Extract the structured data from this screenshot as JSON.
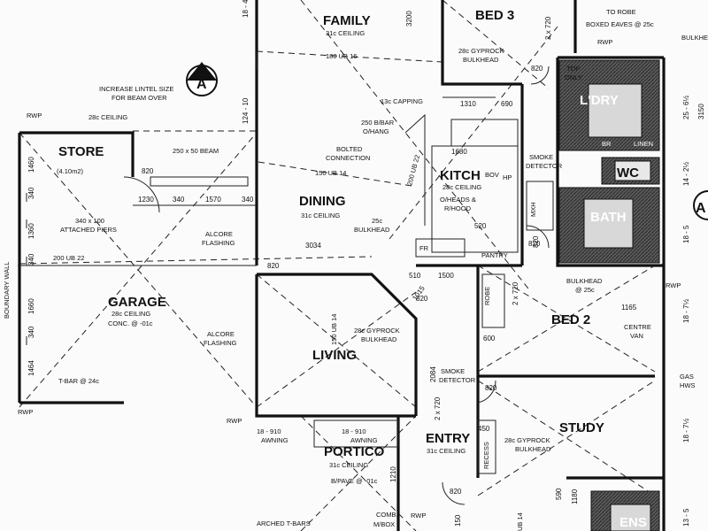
{
  "rooms": {
    "family": "FAMILY",
    "bed3": "BED 3",
    "store": "STORE",
    "dining": "DINING",
    "kitch": "KITCH",
    "ldry": "L'DRY",
    "wc": "WC",
    "bath": "BATH",
    "garage": "GARAGE",
    "living": "LIVING",
    "bed2": "BED 2",
    "study": "STUDY",
    "portico": "PORTICO",
    "entry": "ENTRY",
    "ens": "ENS"
  },
  "labels": {
    "ceiling_31c": "31c CEILING",
    "ceiling_31c_b": "31c CEILING",
    "ceiling_31c_c": "31c CEILING",
    "ceiling_31c_d": "31c CEILING",
    "ceiling_28c": "28c CEILING",
    "ceiling_28c_kitch": "28c CEILING",
    "gyprock_bed3": "28c GYPROCK",
    "bulkhead_bed3": "BULKHEAD",
    "lintel1": "INCREASE LINTEL SIZE",
    "lintel2": "FOR BEAM OVER",
    "beam_250": "250 x 50 BEAM",
    "ub_180": "180 UB 16",
    "ub_150": "150 UB 14",
    "ub_150_living": "150 UB 14",
    "ub_150_entry": "UB 14",
    "ub_200": "200 UB 22",
    "ub_200_kitch": "200 UB 22",
    "capping": "13c CAPPING",
    "bbar1": "250 B/BAR",
    "bbar2": "O/HANG",
    "bolted1": "BOLTED",
    "bolted2": "CONNECTION",
    "store_area": "(4.10m2)",
    "piers1": "340 x 100",
    "piers2": "ATTACHED PIERS",
    "alcore1": "ALCORE",
    "alcore2": "FLASHING",
    "alcore3": "ALCORE",
    "alcore4": "FLASHING",
    "garage_ceiling": "28c CEILING",
    "garage_conc": "CONC. @ -01c",
    "tbar": "T-BAR @ 24c",
    "boundary": "BOUNDARY WALL",
    "rwp1": "RWP",
    "rwp2": "RWP",
    "rwp3": "RWP",
    "rwp4": "RWP",
    "rwp5": "RWP",
    "rwp6": "RWP",
    "awning1": "18 - 910",
    "awning1b": "AWNING",
    "awning2": "18 - 910",
    "awning2b": "AWNING",
    "portico_paving": "B/PAVE @ -01c",
    "arched": "ARCHED T-BARS",
    "comb1": "COMB.",
    "comb2": "M/BOX",
    "kitch_heads1": "O/HEADS &",
    "kitch_heads2": "R/HOOD",
    "kitch_bov": "BOV",
    "kitch_hp": "HP",
    "kitch_ceiling_25c": "25c",
    "kitch_bulkhead": "BULKHEAD",
    "pantry": "PANTRY",
    "fr": "FR",
    "smoke1": "SMOKE",
    "smoke2": "DETECTOR",
    "smoke3": "SMOKE",
    "smoke4": "DETECTOR",
    "linen": "LINEN",
    "br": "BR",
    "top_only1": "TOP",
    "top_only2": "ONLY",
    "robe_top1": "TO ROBE",
    "robe_top2": "BOXED EAVES @ 25c",
    "bulkhead_tr": "BULKHEA",
    "bath_bulkhead1": "BULKHEAD",
    "bath_bulkhead2": "@ 25c",
    "bed2_bulkhead": "BULKHEAD @ 25c",
    "centre_van1": "CENTRE",
    "centre_van2": "VAN",
    "gas1": "GAS",
    "gas2": "HWS",
    "living_gyprock1": "28c GYPROCK",
    "living_gyprock2": "BULKHEAD",
    "study_gyprock1": "28c GYPROCK",
    "study_gyprock2": "BULKHEAD",
    "robe": "ROBE",
    "recess": "RECESS",
    "mxh": "MXH",
    "gyprock_bulkhead_bed3": "28c GYPROCK"
  },
  "section_marker": "A",
  "section_marker_right": "A",
  "dims": {
    "d3200": "3200",
    "d18_4": "18 - 4",
    "d124_10": "124 - 10",
    "d1310": "1310",
    "d690": "690",
    "d1680": "1680",
    "d820a": "820",
    "d820b": "820",
    "d820c": "820",
    "d820d": "820",
    "d820e": "820",
    "d820f": "820",
    "d820g": "820",
    "d820h": "820",
    "d1230": "1230",
    "d340a": "340",
    "d1570": "1570",
    "d340b": "340",
    "d3034": "3034",
    "d1460": "1460",
    "d1360": "1360",
    "d1660": "1660",
    "d1464": "1464",
    "d340c": "340",
    "d340d": "340",
    "d340e": "340",
    "d510": "510",
    "d1500": "1500",
    "d1015": "1015",
    "d1165": "1165",
    "d600": "600",
    "d2x720a": "2 x 720",
    "d2x720b": "2 x 720",
    "d2x720c": "2 x 720",
    "d450": "450",
    "d2084": "2084",
    "d1210": "1210",
    "d590": "590",
    "d150": "150",
    "d1180": "1180",
    "d25_6": "25 - 6½",
    "d3150": "3150",
    "d14_2": "14 - 2½",
    "d18_5": "18 - 5",
    "d18_7a": "18 - 7½",
    "d18_7b": "18 - 7½",
    "d13_5": "13 - 5",
    "d18_910": "18 - 910",
    "d520": "520"
  }
}
